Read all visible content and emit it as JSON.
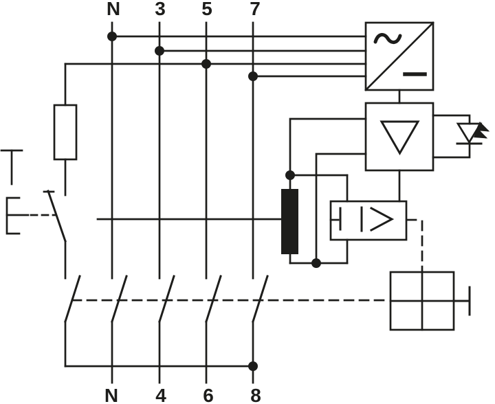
{
  "colors": {
    "line": "#1d1d1b",
    "background": "#ffffff"
  },
  "terminals": {
    "top": [
      {
        "label": "N"
      },
      {
        "label": "3"
      },
      {
        "label": "5"
      },
      {
        "label": "7"
      }
    ],
    "bottom": [
      {
        "label": "N"
      },
      {
        "label": "4"
      },
      {
        "label": "6"
      },
      {
        "label": "8"
      }
    ]
  },
  "components": [
    {
      "name": "ac-dc-converter-symbol"
    },
    {
      "name": "amplifier-symbol"
    },
    {
      "name": "led-indicator-symbol"
    },
    {
      "name": "measuring-relay-symbol"
    },
    {
      "name": "summation-current-transformer-symbol"
    },
    {
      "name": "test-resistor-symbol"
    },
    {
      "name": "test-button-symbol"
    },
    {
      "name": "pole-contact-symbol"
    },
    {
      "name": "switch-mechanism-symbol"
    },
    {
      "name": "operating-handle-symbol"
    }
  ]
}
